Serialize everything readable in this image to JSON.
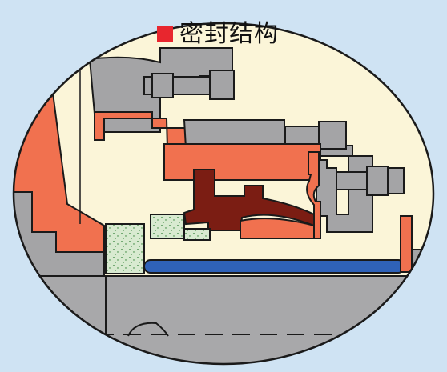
{
  "title": {
    "marker_color": "#e8262e",
    "text": "密封结构"
  },
  "colors": {
    "background": "#cfe3f3",
    "lens_fill": "#fbf5d8",
    "housing_gray": "#a4a4a6",
    "seal_orange": "#f1714f",
    "seal_brown": "#7b1d13",
    "packing_green": "#d8ead0",
    "shaft_blue": "#2f62b8",
    "shaft_gray": "#a8a8aa",
    "outline": "#1a1a1a"
  },
  "components": [
    {
      "id": "housing",
      "icon": "gray-housing"
    },
    {
      "id": "gland",
      "icon": "orange-gland"
    },
    {
      "id": "seal-lip",
      "icon": "brown-seal-lip"
    },
    {
      "id": "packing",
      "icon": "green-packing"
    },
    {
      "id": "bolts",
      "icon": "hex-bolt"
    },
    {
      "id": "shaft",
      "icon": "blue-shaft"
    }
  ]
}
